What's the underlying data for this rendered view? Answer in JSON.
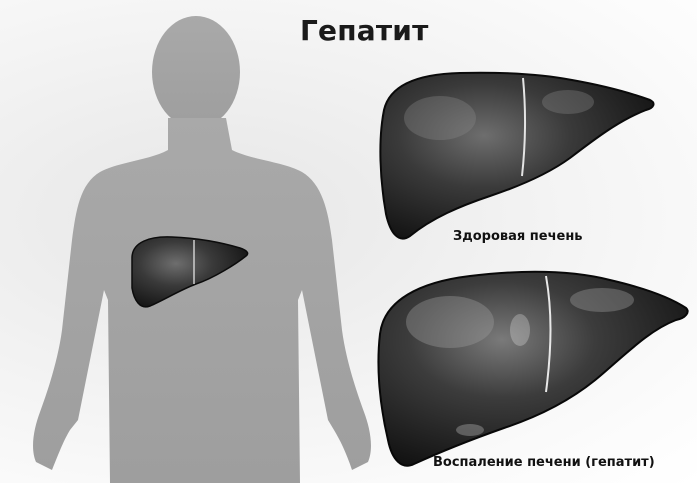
{
  "title": "Гепатит",
  "labels": {
    "healthy_liver": "Здоровая печень",
    "inflamed_liver": "Воспаление печени (гепатит)"
  },
  "colors": {
    "silhouette": "#a6a6a6",
    "liver_dark": "#1e1e1e",
    "liver_highlight": "#8a8a8a",
    "text": "#111111"
  }
}
